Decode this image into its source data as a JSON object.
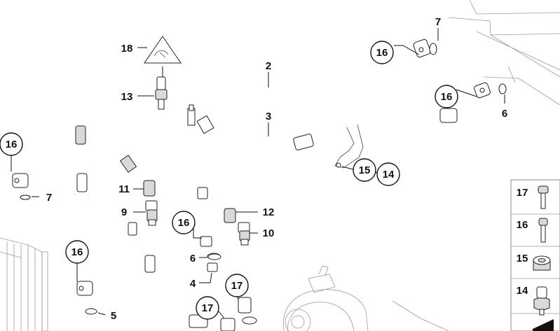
{
  "diagram": {
    "callouts": [
      {
        "id": "c18",
        "text": "18"
      },
      {
        "id": "c13",
        "text": "13"
      },
      {
        "id": "c2",
        "text": "2"
      },
      {
        "id": "c3",
        "text": "3"
      },
      {
        "id": "c16a",
        "text": "16"
      },
      {
        "id": "c7a",
        "text": "7"
      },
      {
        "id": "c16b",
        "text": "16"
      },
      {
        "id": "c7b",
        "text": "7"
      },
      {
        "id": "c16c",
        "text": "16"
      },
      {
        "id": "c6a",
        "text": "6"
      },
      {
        "id": "c15",
        "text": "15"
      },
      {
        "id": "c14",
        "text": "14"
      },
      {
        "id": "c11",
        "text": "11"
      },
      {
        "id": "c9",
        "text": "9"
      },
      {
        "id": "c12",
        "text": "12"
      },
      {
        "id": "c10",
        "text": "10"
      },
      {
        "id": "c16d",
        "text": "16"
      },
      {
        "id": "c6b",
        "text": "6"
      },
      {
        "id": "c16e",
        "text": "16"
      },
      {
        "id": "c4",
        "text": "4"
      },
      {
        "id": "c17a",
        "text": "17"
      },
      {
        "id": "c17b",
        "text": "17"
      },
      {
        "id": "c5",
        "text": "5"
      }
    ],
    "legend": [
      {
        "id": "l17",
        "text": "17",
        "icon": "bolt-icon"
      },
      {
        "id": "l16",
        "text": "16",
        "icon": "bolt-icon"
      },
      {
        "id": "l15",
        "text": "15",
        "icon": "grommet-icon"
      },
      {
        "id": "l14",
        "text": "14",
        "icon": "hex-nut-icon"
      }
    ]
  }
}
